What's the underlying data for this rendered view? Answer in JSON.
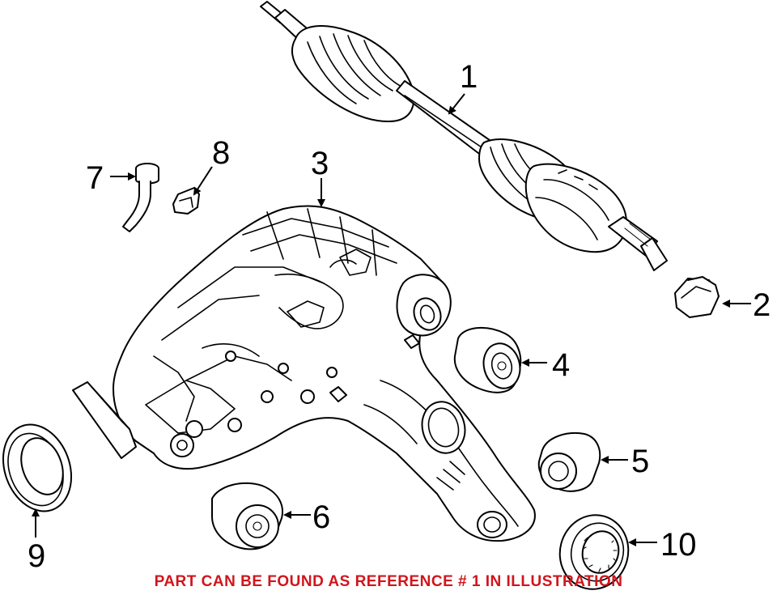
{
  "diagram": {
    "callouts": [
      {
        "id": "1",
        "label": "1"
      },
      {
        "id": "2",
        "label": "2"
      },
      {
        "id": "3",
        "label": "3"
      },
      {
        "id": "4",
        "label": "4"
      },
      {
        "id": "5",
        "label": "5"
      },
      {
        "id": "6",
        "label": "6"
      },
      {
        "id": "7",
        "label": "7"
      },
      {
        "id": "8",
        "label": "8"
      },
      {
        "id": "9",
        "label": "9"
      },
      {
        "id": "10",
        "label": "10"
      }
    ],
    "notice": "PART CAN BE FOUND AS REFERENCE # 1 IN ILLUSTRATION",
    "notice_color": "#d2141c"
  }
}
